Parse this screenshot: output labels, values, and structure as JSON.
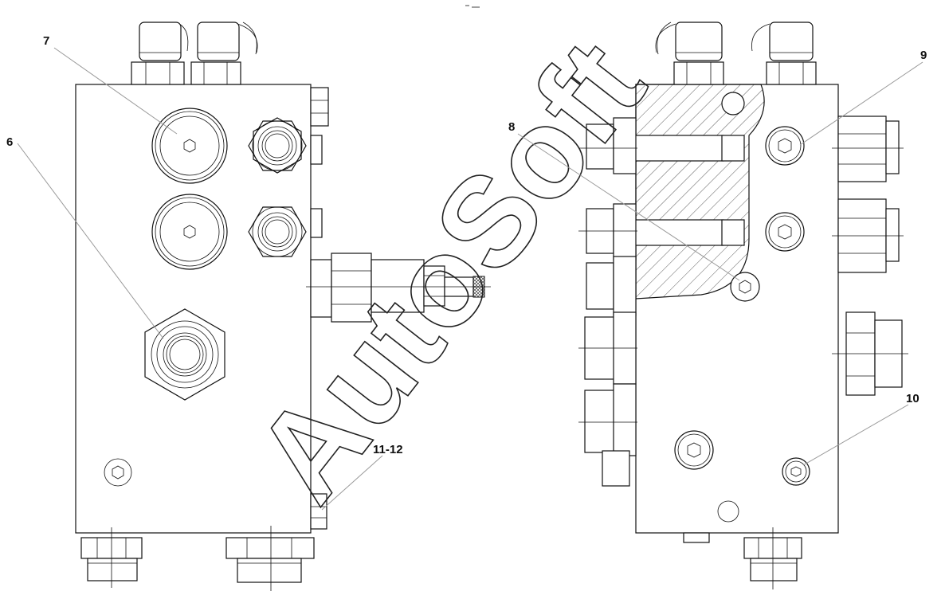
{
  "callouts": {
    "c6": "6",
    "c7": "7",
    "c8": "8",
    "c9": "9",
    "c10": "10",
    "c11_12": "11-12"
  },
  "watermark": "AutoSoft",
  "hatch_color": "#111111"
}
